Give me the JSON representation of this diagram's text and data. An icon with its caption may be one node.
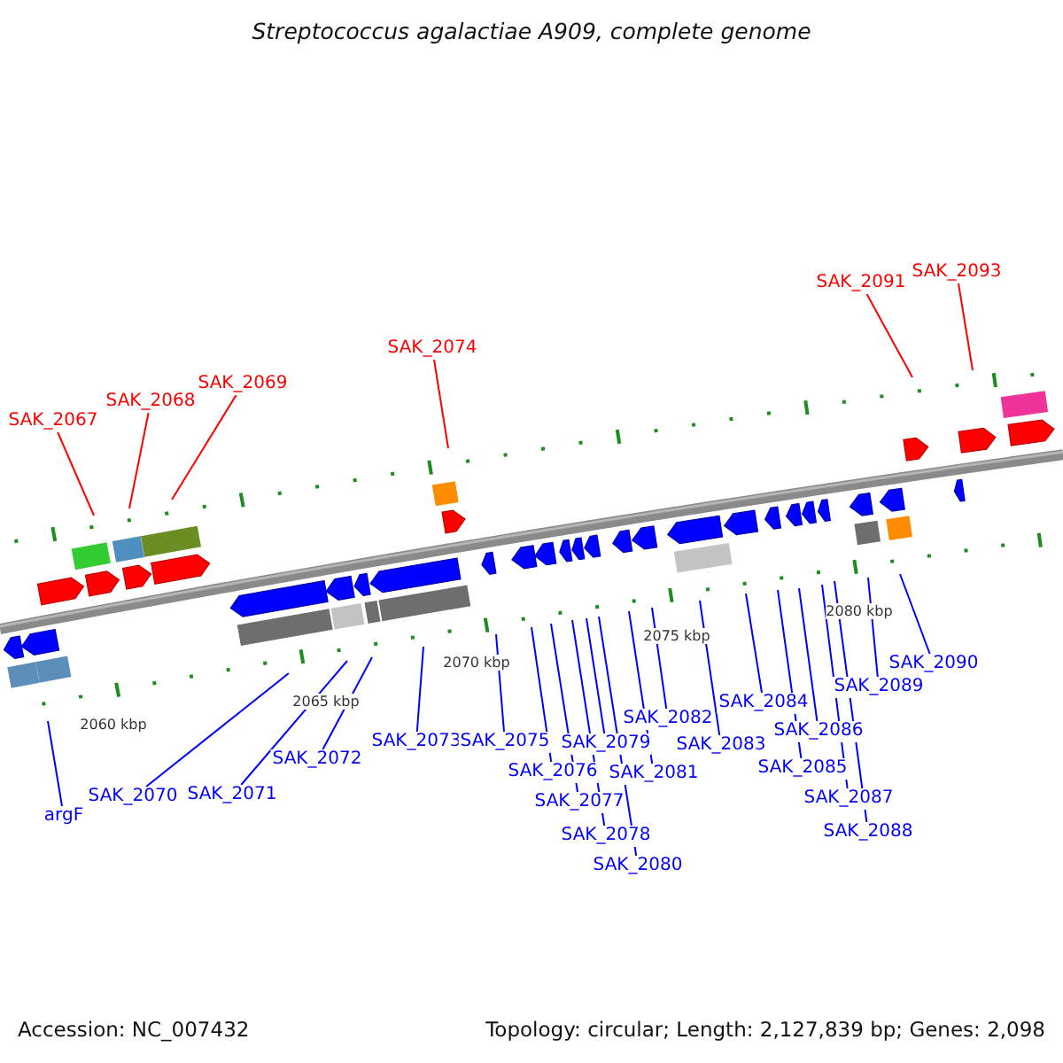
{
  "diagram": {
    "title": "Streptococcus agalactiae A909, complete genome",
    "nodes": [
      {
        "text": [
          "SAK_2067"
        ]
      },
      {
        "text": [
          "SAK_2068"
        ]
      },
      {
        "text": [
          "SAK_2069"
        ]
      },
      {
        "text": [
          "SAK_2074"
        ]
      },
      {
        "text": [
          "SAK_2091"
        ]
      },
      {
        "text": [
          "SAK_2093"
        ]
      },
      {
        "text": [
          "argF"
        ]
      },
      {
        "text": [
          "SAK_2070"
        ]
      },
      {
        "text": [
          "SAK_2071"
        ]
      },
      {
        "text": [
          "SAK_2072"
        ]
      },
      {
        "text": [
          "SAK_2073"
        ]
      },
      {
        "text": [
          "SAK_2075"
        ]
      },
      {
        "text": [
          "SAK_2076"
        ]
      },
      {
        "text": [
          "SAK_2077"
        ]
      },
      {
        "text": [
          "SAK_2078"
        ]
      },
      {
        "text": [
          "SAK_2079"
        ]
      },
      {
        "text": [
          "SAK_2080"
        ]
      },
      {
        "text": [
          "SAK_2081"
        ]
      },
      {
        "text": [
          "SAK_2082"
        ]
      },
      {
        "text": [
          "SAK_2083"
        ]
      },
      {
        "text": [
          "SAK_2084"
        ]
      },
      {
        "text": [
          "SAK_2085"
        ]
      },
      {
        "text": [
          "SAK_2086"
        ]
      },
      {
        "text": [
          "SAK_2087"
        ]
      },
      {
        "text": [
          "SAK_2088"
        ]
      },
      {
        "text": [
          "SAK_2089"
        ]
      },
      {
        "text": [
          "SAK_2090"
        ]
      }
    ],
    "edges": [
      {
        "from": 0,
        "to": null,
        "arrow": "none",
        "color": "#ff0000"
      },
      {
        "from": 1,
        "to": null,
        "arrow": "none",
        "color": "#ff0000"
      },
      {
        "from": 2,
        "to": null,
        "arrow": "none",
        "color": "#ff0000"
      },
      {
        "from": 3,
        "to": null,
        "arrow": "none",
        "color": "#ff0000"
      },
      {
        "from": 4,
        "to": null,
        "arrow": "none",
        "color": "#ff0000"
      },
      {
        "from": 5,
        "to": null,
        "arrow": "none",
        "color": "#ff0000"
      },
      {
        "from": 6,
        "to": null,
        "arrow": "none"
      },
      {
        "from": 7,
        "to": null,
        "arrow": "none"
      },
      {
        "from": 8,
        "to": null,
        "arrow": "none"
      },
      {
        "from": 9,
        "to": null,
        "arrow": "none"
      },
      {
        "from": 10,
        "to": null,
        "arrow": "none"
      },
      {
        "from": 11,
        "to": null,
        "arrow": "none"
      },
      {
        "from": 12,
        "to": null,
        "arrow": "none"
      },
      {
        "from": 13,
        "to": null,
        "arrow": "none"
      },
      {
        "from": 14,
        "to": null,
        "arrow": "none"
      },
      {
        "from": 15,
        "to": null,
        "arrow": "none"
      },
      {
        "from": 16,
        "to": null,
        "arrow": "none"
      },
      {
        "from": 17,
        "to": null,
        "arrow": "none"
      },
      {
        "from": 18,
        "to": null,
        "arrow": "none"
      },
      {
        "from": 19,
        "to": null,
        "arrow": "none"
      },
      {
        "from": 20,
        "to": null,
        "arrow": "none"
      },
      {
        "from": 21,
        "to": null,
        "arrow": "none"
      },
      {
        "from": 22,
        "to": null,
        "arrow": "none"
      },
      {
        "from": 23,
        "to": null,
        "arrow": "none"
      },
      {
        "from": 24,
        "to": null,
        "arrow": "none"
      },
      {
        "from": 25,
        "to": null,
        "arrow": "none"
      },
      {
        "from": 26,
        "to": null,
        "arrow": "none"
      }
    ],
    "labels": [
      "2060 kbp",
      "2065 kbp",
      "2070 kbp",
      "2075 kbp",
      "2080 kbp",
      "Accession: NC_007432",
      "Topology: circular; Length: 2,127,839 bp; Genes: 2,098"
    ]
  }
}
